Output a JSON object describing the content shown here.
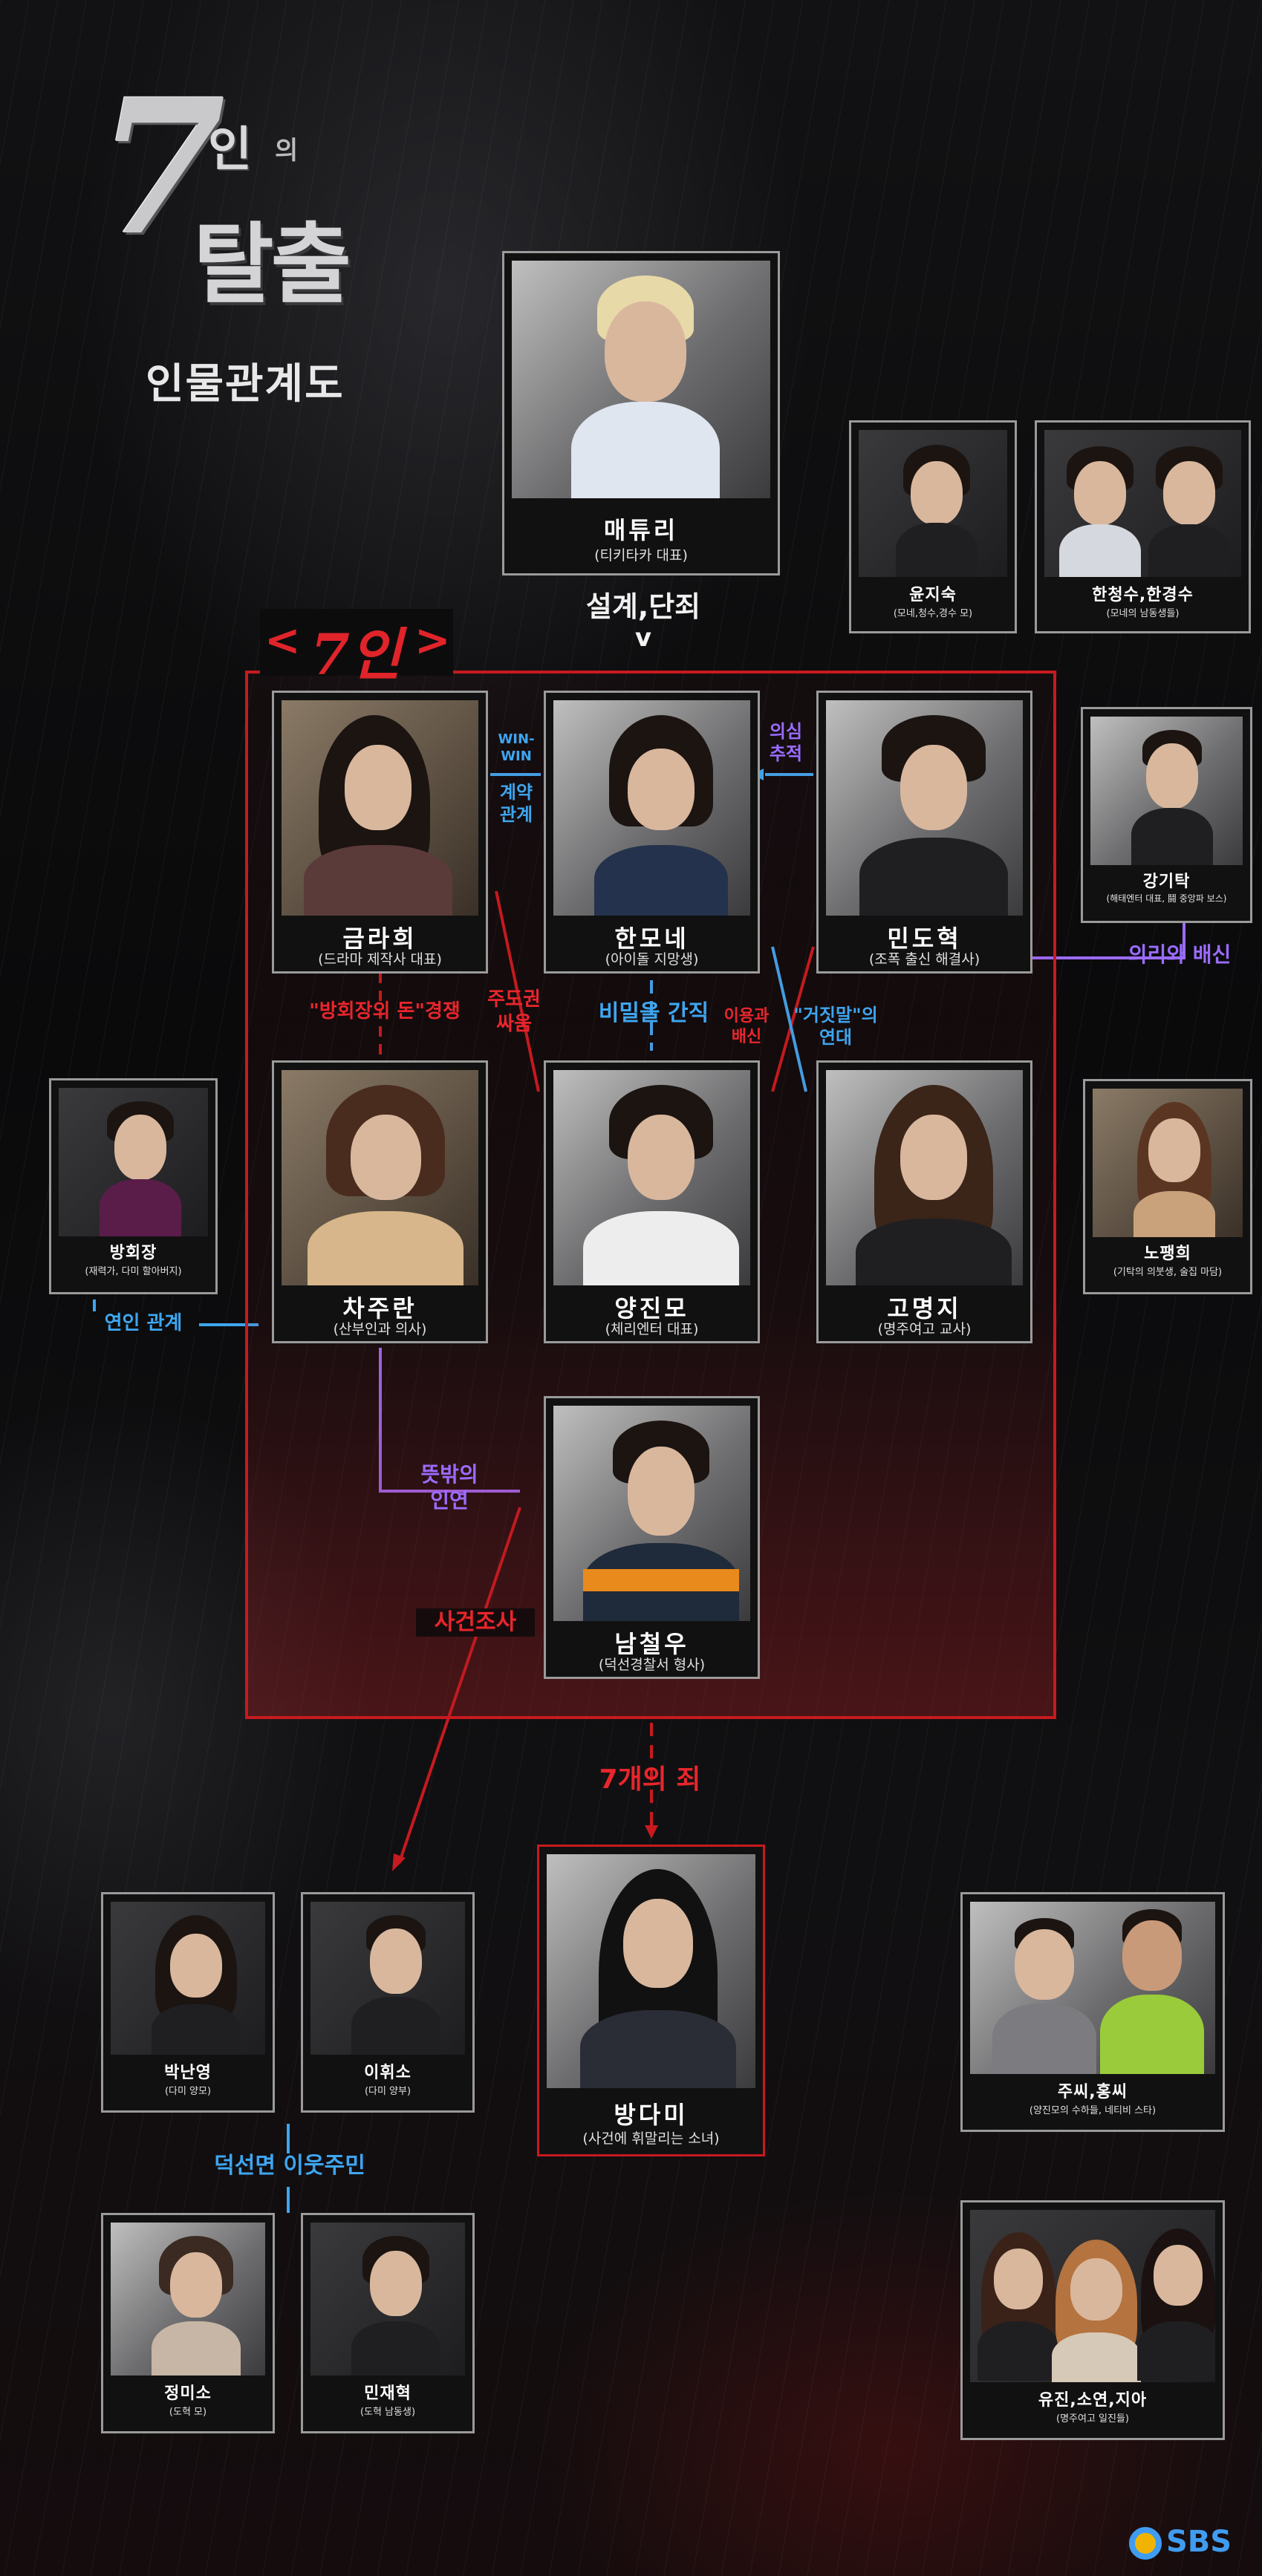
{
  "title": {
    "seven": "7",
    "in": "인",
    "ui": "의",
    "escape": "탈출",
    "subtitle": "인물관계도"
  },
  "group_label": {
    "open": "<",
    "text": "7인",
    "close": ">"
  },
  "characters": {
    "matthew": {
      "name": "매튜리",
      "desc": "(티키타카 대표)"
    },
    "kumrahee": {
      "name": "금라희",
      "desc": "(드라마 제작사 대표)"
    },
    "hanmone": {
      "name": "한모네",
      "desc": "(아이돌 지망생)"
    },
    "mindohyuk": {
      "name": "민도혁",
      "desc": "(조폭 출신 해결사)"
    },
    "chajuran": {
      "name": "차주란",
      "desc": "(산부인과 의사)"
    },
    "yangjinmo": {
      "name": "양진모",
      "desc": "(체리엔터 대표)"
    },
    "komyungji": {
      "name": "고명지",
      "desc": "(명주여고 교사)"
    },
    "namcheolwoo": {
      "name": "남철우",
      "desc": "(덕선경찰서 형사)"
    },
    "bangdami": {
      "name": "방다미",
      "desc": "(사건에 휘말리는 소녀)"
    },
    "yunjisuk": {
      "name": "윤지숙",
      "desc": "(모네,청수,경수 모)"
    },
    "hanbrothers": {
      "name": "한청수,한경수",
      "desc": "(모네의 남동생들)"
    },
    "kanggitak": {
      "name": "강기탁",
      "desc": "(해태엔터 대표, 鬪 중앙파 보스)"
    },
    "nopaenghee": {
      "name": "노팽희",
      "desc": "(기탁의 의붓생, 술집 마담)"
    },
    "banghoejang": {
      "name": "방회장",
      "desc": "(재력가, 다미 할아버지)"
    },
    "parknanyoung": {
      "name": "박난영",
      "desc": "(다미 양모)"
    },
    "leehwiso": {
      "name": "이휘소",
      "desc": "(다미 양부)"
    },
    "jungmiso": {
      "name": "정미소",
      "desc": "(도혁 모)"
    },
    "minjaehyuk": {
      "name": "민재혁",
      "desc": "(도혁 남동생)"
    },
    "jusshi": {
      "name": "주씨,홍씨",
      "desc": "(양진모의 수하들, 네티비 스타)"
    },
    "yujin": {
      "name": "유진,소연,지아",
      "desc": "(명주여고 일진들)"
    }
  },
  "relations": {
    "design_sin": "설계,단죄",
    "arrow_down": "v",
    "win_win": "WIN-WIN",
    "contract": [
      "계약",
      "관계"
    ],
    "suspicion": [
      "의심",
      "추적"
    ],
    "loyalty": "의리와 배신",
    "money_rivalry": "\"방회장의 돈\"경쟁",
    "power_struggle": [
      "주도권",
      "싸움"
    ],
    "secret": "비밀을 간직",
    "use_betray": [
      "이용과",
      "배신"
    ],
    "lie_alliance": [
      "\"거짓말\"의",
      "연대"
    ],
    "lover": "연인 관계",
    "unexpected": [
      "뜻밖의",
      "인연"
    ],
    "investigation": "사건조사",
    "seven_sins": "7개의 죄",
    "neighbors": "덕선면 이웃주민"
  },
  "broadcaster": "SBS",
  "colors": {
    "frame": "#c71a1f",
    "blue": "#3ea6f0",
    "red": "#e8262c",
    "purple": "#9b6cff"
  }
}
